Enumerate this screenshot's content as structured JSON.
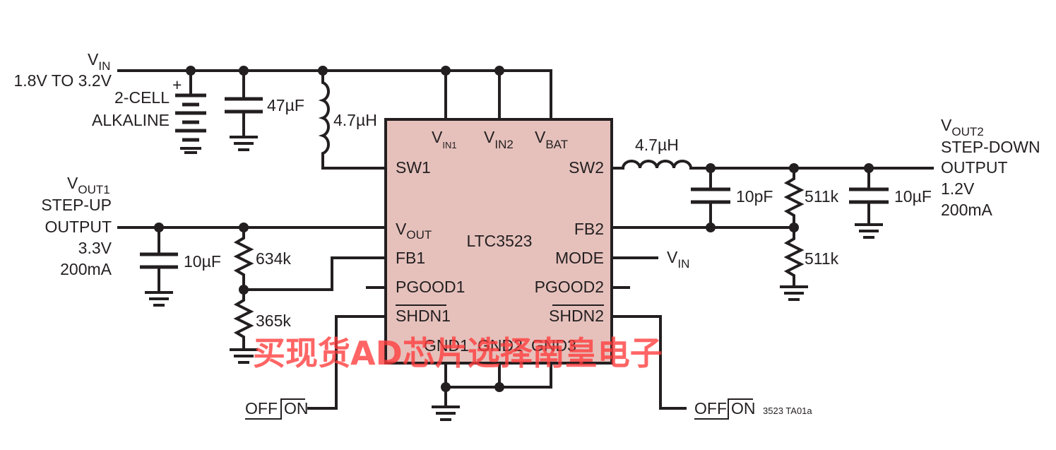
{
  "ic": {
    "part": "LTC3523",
    "fill": "#e6c1bc",
    "pins": {
      "vin1": "V",
      "vin1_sub": "IN1",
      "vin2": "V",
      "vin2_sub": "IN2",
      "vbat": "V",
      "vbat_sub": "BAT",
      "sw1": "SW1",
      "sw2": "SW2",
      "vout": "V",
      "vout_sub": "OUT",
      "fb1": "FB1",
      "fb2": "FB2",
      "mode": "MODE",
      "pgood1": "PGOOD1",
      "pgood2": "PGOOD2",
      "shdn1": "SHDN1",
      "shdn2": "SHDN2",
      "gnd1": "GND1",
      "gnd2": "GND2",
      "gnd3": "GND3"
    }
  },
  "input": {
    "v": "V",
    "v_sub": "IN",
    "range": "1.8V TO 3.2V",
    "battery_line1": "2-CELL",
    "battery_line2": "ALKALINE",
    "plus": "+",
    "cap": "47µF",
    "inductor": "4.7µH"
  },
  "output1": {
    "v": "V",
    "v_sub": "OUT1",
    "line1": "STEP-UP",
    "line2": "OUTPUT",
    "voltage": "3.3V",
    "current": "200mA",
    "cap": "10µF",
    "r_top": "634k",
    "r_bottom": "365k"
  },
  "output2": {
    "v": "V",
    "v_sub": "OUT2",
    "line1": "STEP-DOWN",
    "line2": "OUTPUT",
    "voltage": "1.2V",
    "current": "200mA",
    "inductor": "4.7µH",
    "ff_cap": "10pF",
    "cap": "10µF",
    "r_top": "511k",
    "r_bottom": "511k"
  },
  "mode_tie": {
    "v": "V",
    "v_sub": "IN"
  },
  "switches": {
    "left": {
      "off": "OFF",
      "on": "ON"
    },
    "right": {
      "off": "OFF",
      "on": "ON"
    }
  },
  "figure_id": "3523 TA01a",
  "watermark": "买现货AD芯片选择南皇电子"
}
